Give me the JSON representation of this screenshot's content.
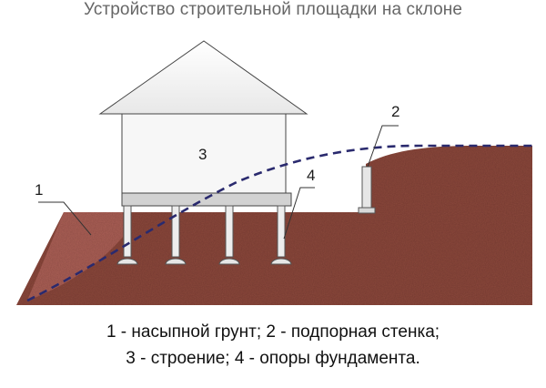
{
  "title": "Устройство строительной площадки на склоне",
  "callouts": {
    "fill_soil": "1",
    "retaining_wall": "2",
    "building": "3",
    "foundation_supports": "4"
  },
  "legend": {
    "line1": "1 - насыпной грунт; 2 - подпорная стенка;",
    "line2": "3 - строение; 4 - опоры фундамента."
  },
  "colors": {
    "ground": "#8c4a3e",
    "fill_soil": "#a35a48",
    "structure": "#f2f2f2",
    "dashed_line": "#2a2a6e"
  }
}
